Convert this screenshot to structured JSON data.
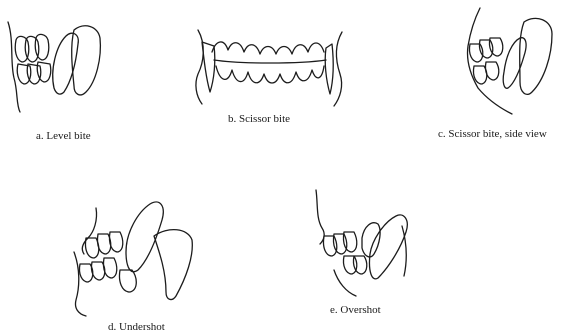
{
  "figures": [
    {
      "id": "a",
      "caption": "a.  Level bite"
    },
    {
      "id": "b",
      "caption": "b.  Scissor bite"
    },
    {
      "id": "c",
      "caption": "c.  Scissor bite, side view"
    },
    {
      "id": "d",
      "caption": "d.  Undershot"
    },
    {
      "id": "e",
      "caption": "e.  Overshot"
    }
  ],
  "colors": {
    "ink": "#1c1c1c",
    "background": "#ffffff"
  }
}
